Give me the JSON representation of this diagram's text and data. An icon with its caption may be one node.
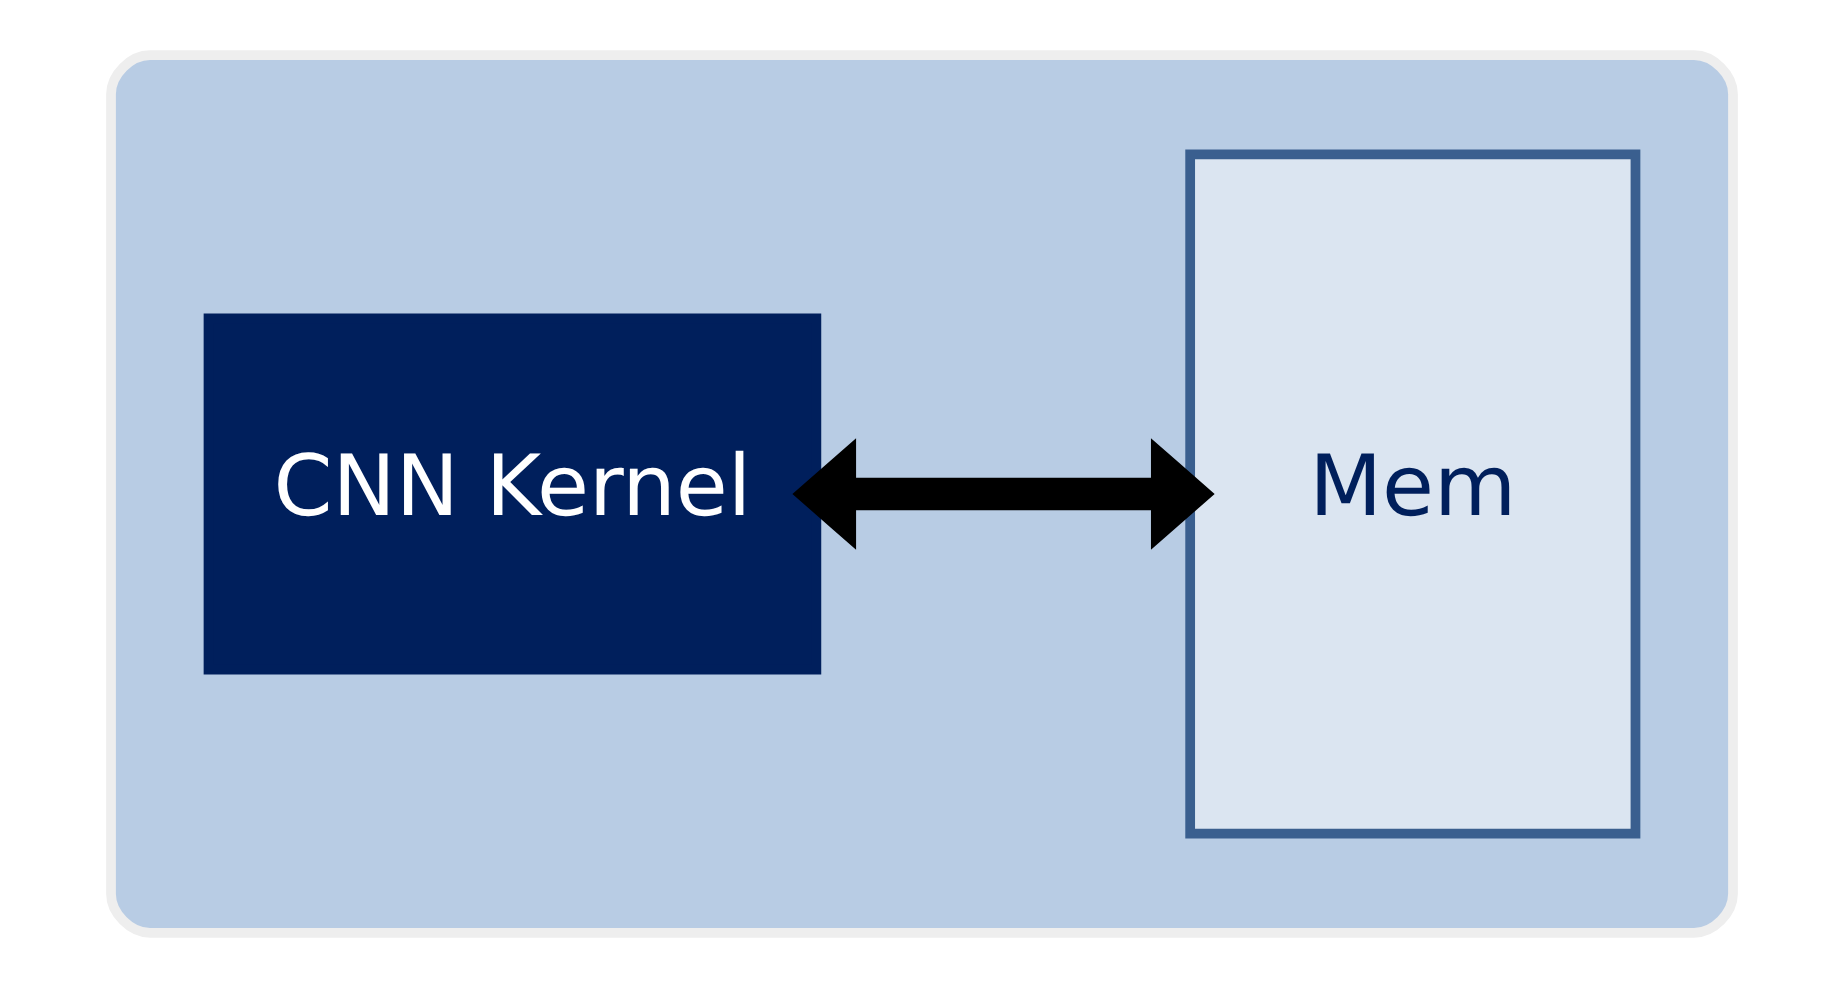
{
  "diagram": {
    "nodes": [
      {
        "text": [],
        "shape": "box"
      },
      {
        "text": [
          "CNN Kernel"
        ],
        "in": 0
      },
      {
        "text": [
          "Mem"
        ],
        "in": 0
      }
    ],
    "edges": [
      {
        "from": 1,
        "to": 2,
        "arrow": "both"
      }
    ]
  }
}
